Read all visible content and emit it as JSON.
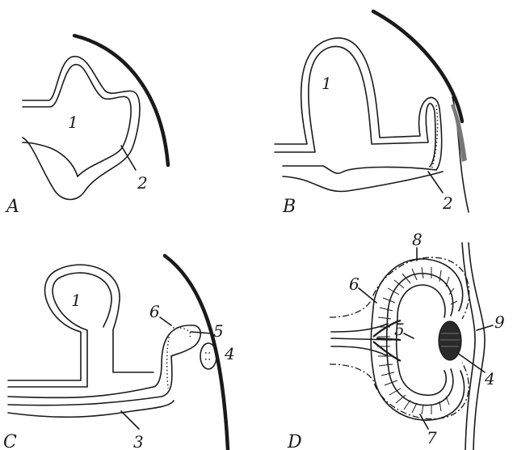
{
  "panels": {
    "A": {
      "letter": "A",
      "n1": "1",
      "n2": "2"
    },
    "B": {
      "letter": "B",
      "n1": "1",
      "n2": "2"
    },
    "C": {
      "letter": "C",
      "n1": "1",
      "n3": "3",
      "n4": "4",
      "n5": "5",
      "n6": "6"
    },
    "D": {
      "letter": "D",
      "n4": "4",
      "n5": "5",
      "n6": "6",
      "n7": "7",
      "n8": "8",
      "n9": "9"
    }
  }
}
